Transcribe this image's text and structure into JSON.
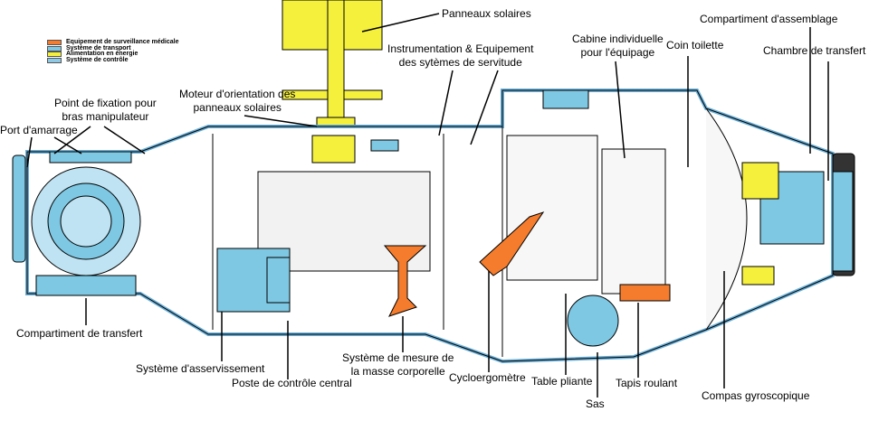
{
  "legend": [
    {
      "label": "Equipement de surveillance médicale",
      "color": "#f47c2c"
    },
    {
      "label": "Système de transport",
      "color": "#7ec8e3"
    },
    {
      "label": "Alimentation en énergie",
      "color": "#f5f03c"
    },
    {
      "label": "Système de contrôle",
      "color": "#8ecae6"
    }
  ],
  "labels": {
    "panneaux": "Panneaux solaires",
    "instr1": "Instrumentation & Equipement",
    "instr2": "des sytèmes de servitude",
    "cabine1": "Cabine individuelle",
    "cabine2": "pour l'équipage",
    "toilette": "Coin toilette",
    "assemblage": "Compartiment d'assemblage",
    "chambre": "Chambre de transfert",
    "fixation1": "Point de fixation pour",
    "fixation2": "bras manipulateur",
    "moteur1": "Moteur d'orientation des",
    "moteur2": "panneaux solaires",
    "port": "Port d'amarrage",
    "compartiment": "Compartiment de transfert",
    "asserv": "Système d'asservissement",
    "poste": "Poste de contrôle central",
    "masse1": "Système de mesure de",
    "masse2": "la masse corporelle",
    "cyclo": "Cycloergomètre",
    "table": "Table pliante",
    "sas": "Sas",
    "tapis": "Tapis roulant",
    "compas": "Compas gyroscopique"
  }
}
